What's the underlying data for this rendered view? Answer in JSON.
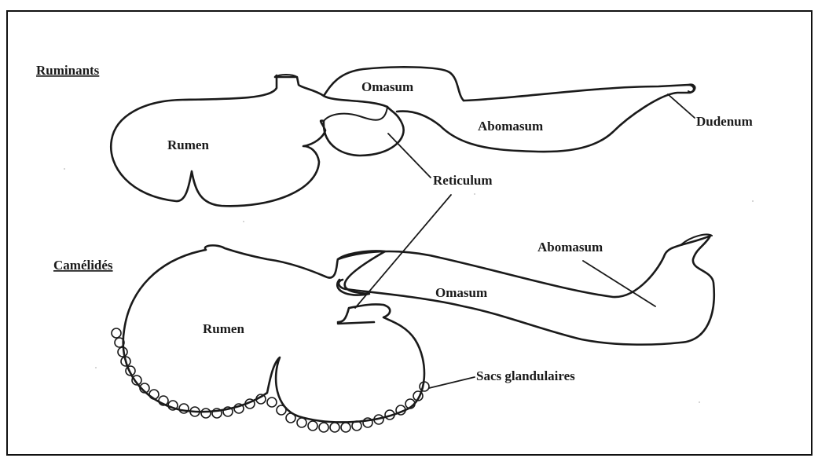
{
  "figure": {
    "ruminants": {
      "heading": "Ruminants",
      "labels": {
        "rumen": "Rumen",
        "omasum": "Omasum",
        "abomasum": "Abomasum",
        "reticulum": "Reticulum",
        "duodenum": "Dudenum"
      }
    },
    "camelids": {
      "heading": "Camélidés",
      "labels": {
        "rumen": "Rumen",
        "omasum": "Omasum",
        "abomasum": "Abomasum",
        "glandular_sacs": "Sacs glandulaires"
      }
    },
    "colors": {
      "ink": "#1a1a1a",
      "background": "#ffffff"
    }
  }
}
